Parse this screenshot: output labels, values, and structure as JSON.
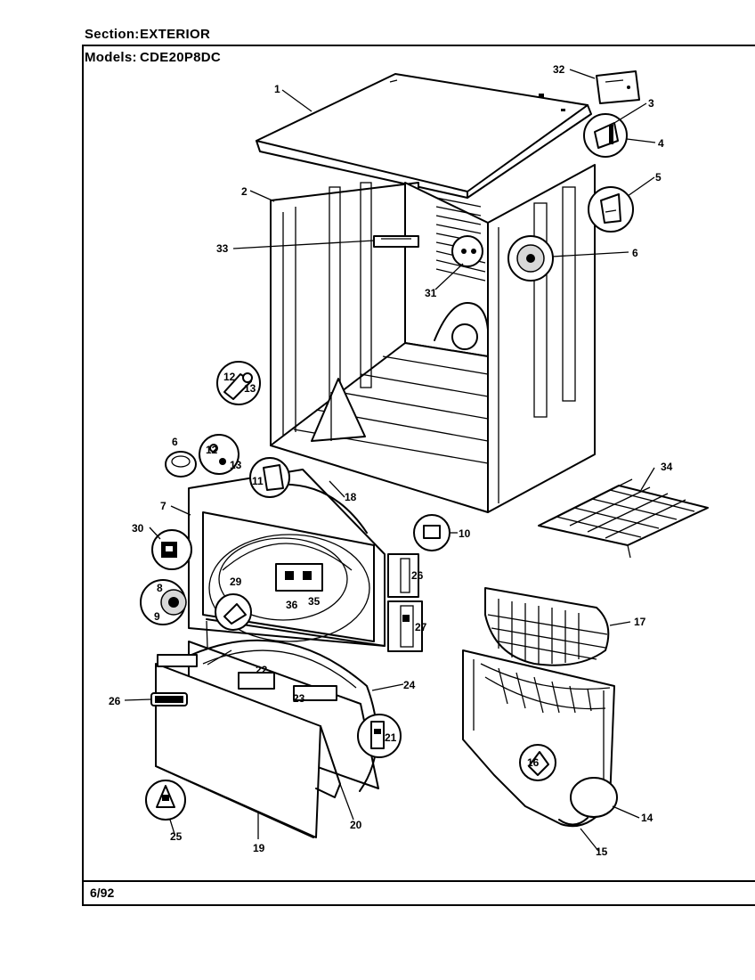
{
  "header": {
    "section_label": "Section:",
    "section_value": "EXTERIOR",
    "models_label": "Models:",
    "models_value": "CDE20P8DC"
  },
  "footer": {
    "date": "6/92"
  },
  "callouts": {
    "c1": "1",
    "c2": "2",
    "c3": "3",
    "c4": "4",
    "c5": "5",
    "c6a": "6",
    "c6b": "6",
    "c7": "7",
    "c8": "8",
    "c9": "9",
    "c10": "10",
    "c11": "11",
    "c12a": "12",
    "c12b": "12",
    "c13a": "13",
    "c13b": "13",
    "c14": "14",
    "c15": "15",
    "c16": "16",
    "c17": "17",
    "c18": "18",
    "c19": "19",
    "c20": "20",
    "c21": "21",
    "c22": "22",
    "c23": "23",
    "c24": "24",
    "c25": "25",
    "c26a": "26",
    "c26b": "26",
    "c27": "27",
    "c29": "29",
    "c30": "30",
    "c31": "31",
    "c32": "32",
    "c33": "33",
    "c34": "34",
    "c35": "35",
    "c36": "36"
  }
}
